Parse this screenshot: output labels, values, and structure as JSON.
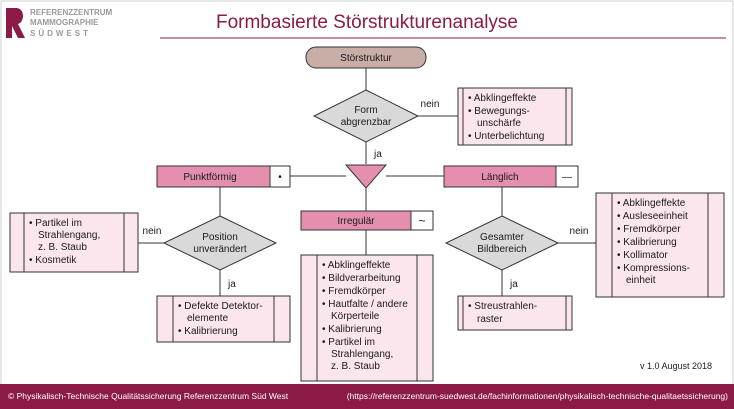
{
  "header": {
    "logo_line1": "REFERENZZENTRUM",
    "logo_line2": "MAMMOGRAPHIE",
    "logo_line3": "SÜDWEST",
    "title": "Formbasierte Störstrukturenanalyse"
  },
  "diagram": {
    "start": "Störstruktur",
    "form_decision": [
      "Form",
      "abgrenzbar"
    ],
    "label_nein": "nein",
    "label_ja": "ja",
    "form_no_box": [
      "Abklingeffekte",
      "Bewegungs-",
      "unschärfe",
      "Unterbelichtung"
    ],
    "punkt": {
      "label": "Punktförmig",
      "symbol": "•"
    },
    "irregular": {
      "label": "Irregulär",
      "symbol": "~"
    },
    "laenglich": {
      "label": "Länglich",
      "symbol": "—"
    },
    "position_decision": [
      "Position",
      "unverändert"
    ],
    "position_no_box": [
      "Partikel im",
      "Strahlengang,",
      "z. B. Staub",
      "Kosmetik"
    ],
    "position_yes_box": [
      "Defekte Detektor-",
      "elemente",
      "Kalibrierung"
    ],
    "irregular_box": [
      "Abklingeffekte",
      "Bildverarbeitung",
      "Fremdkörper",
      "Hautfalte / andere",
      "Körperteile",
      "Kalibrierung",
      "Partikel im",
      "Strahlengang,",
      "z. B. Staub"
    ],
    "bereich_decision": [
      "Gesamter",
      "Bildbereich"
    ],
    "bereich_no_box": [
      "Abklingeffekte",
      "Ausleseeinheit",
      "Fremdkörper",
      "Kalibrierung",
      "Kollimator",
      "Kompressions-",
      "einheit"
    ],
    "bereich_yes_box": [
      "Streustrahlen-",
      "raster"
    ]
  },
  "version": "v 1.0 August 2018",
  "footer": {
    "left": "© Physikalisch-Technische Qualitätssicherung Referenzzentrum Süd West",
    "right": "(https://referenzzentrum-suedwest.de/fachinformationen/physikalisch-technische-qualitaetssicherung)"
  },
  "colors": {
    "brand": "#8c1a47",
    "pink_header": "#e48fb0",
    "pink_box": "#fbe6ee",
    "decision_gray": "#d9d9d9",
    "start_node": "#c9ada7"
  }
}
